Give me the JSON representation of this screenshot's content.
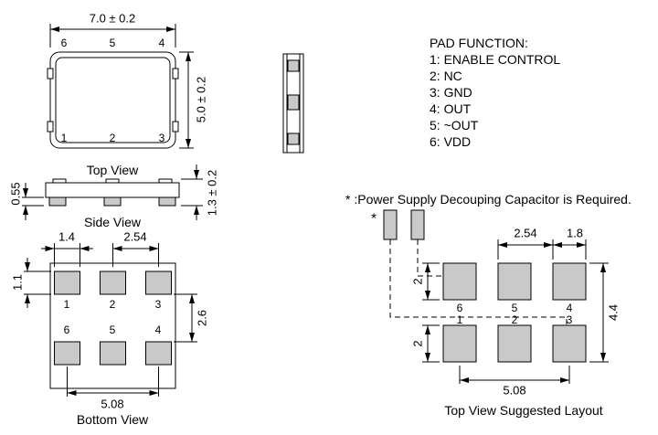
{
  "colors": {
    "line": "#000000",
    "pad": "#c9c9c9"
  },
  "pad_function": {
    "title": "PAD FUNCTION:",
    "items": [
      "1: ENABLE CONTROL",
      "2: NC",
      "3: GND",
      "4: OUT",
      "5: ~OUT",
      "6: VDD"
    ]
  },
  "note": "* :Power Supply Decouping Capacitor is Required.",
  "top_view": {
    "label": "Top View",
    "dim_width": "7.0 ± 0.2",
    "dim_height": "5.0 ± 0.2",
    "pins_top": [
      "6",
      "5",
      "4"
    ],
    "pins_bottom": [
      "1",
      "2",
      "3"
    ]
  },
  "side_view": {
    "label": "Side View",
    "dim_pad_thickness": "0.55",
    "dim_height": "1.3 ± 0.2"
  },
  "bottom_view": {
    "label": "Bottom View",
    "dim_pad_width": "1.4",
    "dim_pad_pitch": "2.54",
    "dim_pad_height": "1.1",
    "dim_row_gap": "2.6",
    "dim_outer_pitch": "5.08",
    "pins_row_top": [
      "1",
      "2",
      "3"
    ],
    "pins_row_bottom": [
      "6",
      "5",
      "4"
    ]
  },
  "layout": {
    "label": "Top View Suggested Layout",
    "cap_marker": "*",
    "dim_pad_pitch": "2.54",
    "dim_pad_width": "1.8",
    "dim_pad_height_top": "2",
    "dim_pad_height_bottom": "2",
    "dim_array_height": "4.4",
    "dim_outer_pitch": "5.08",
    "pins_row_top": [
      "6",
      "5",
      "4"
    ],
    "pins_row_bottom": [
      "1",
      "2",
      "3"
    ]
  }
}
